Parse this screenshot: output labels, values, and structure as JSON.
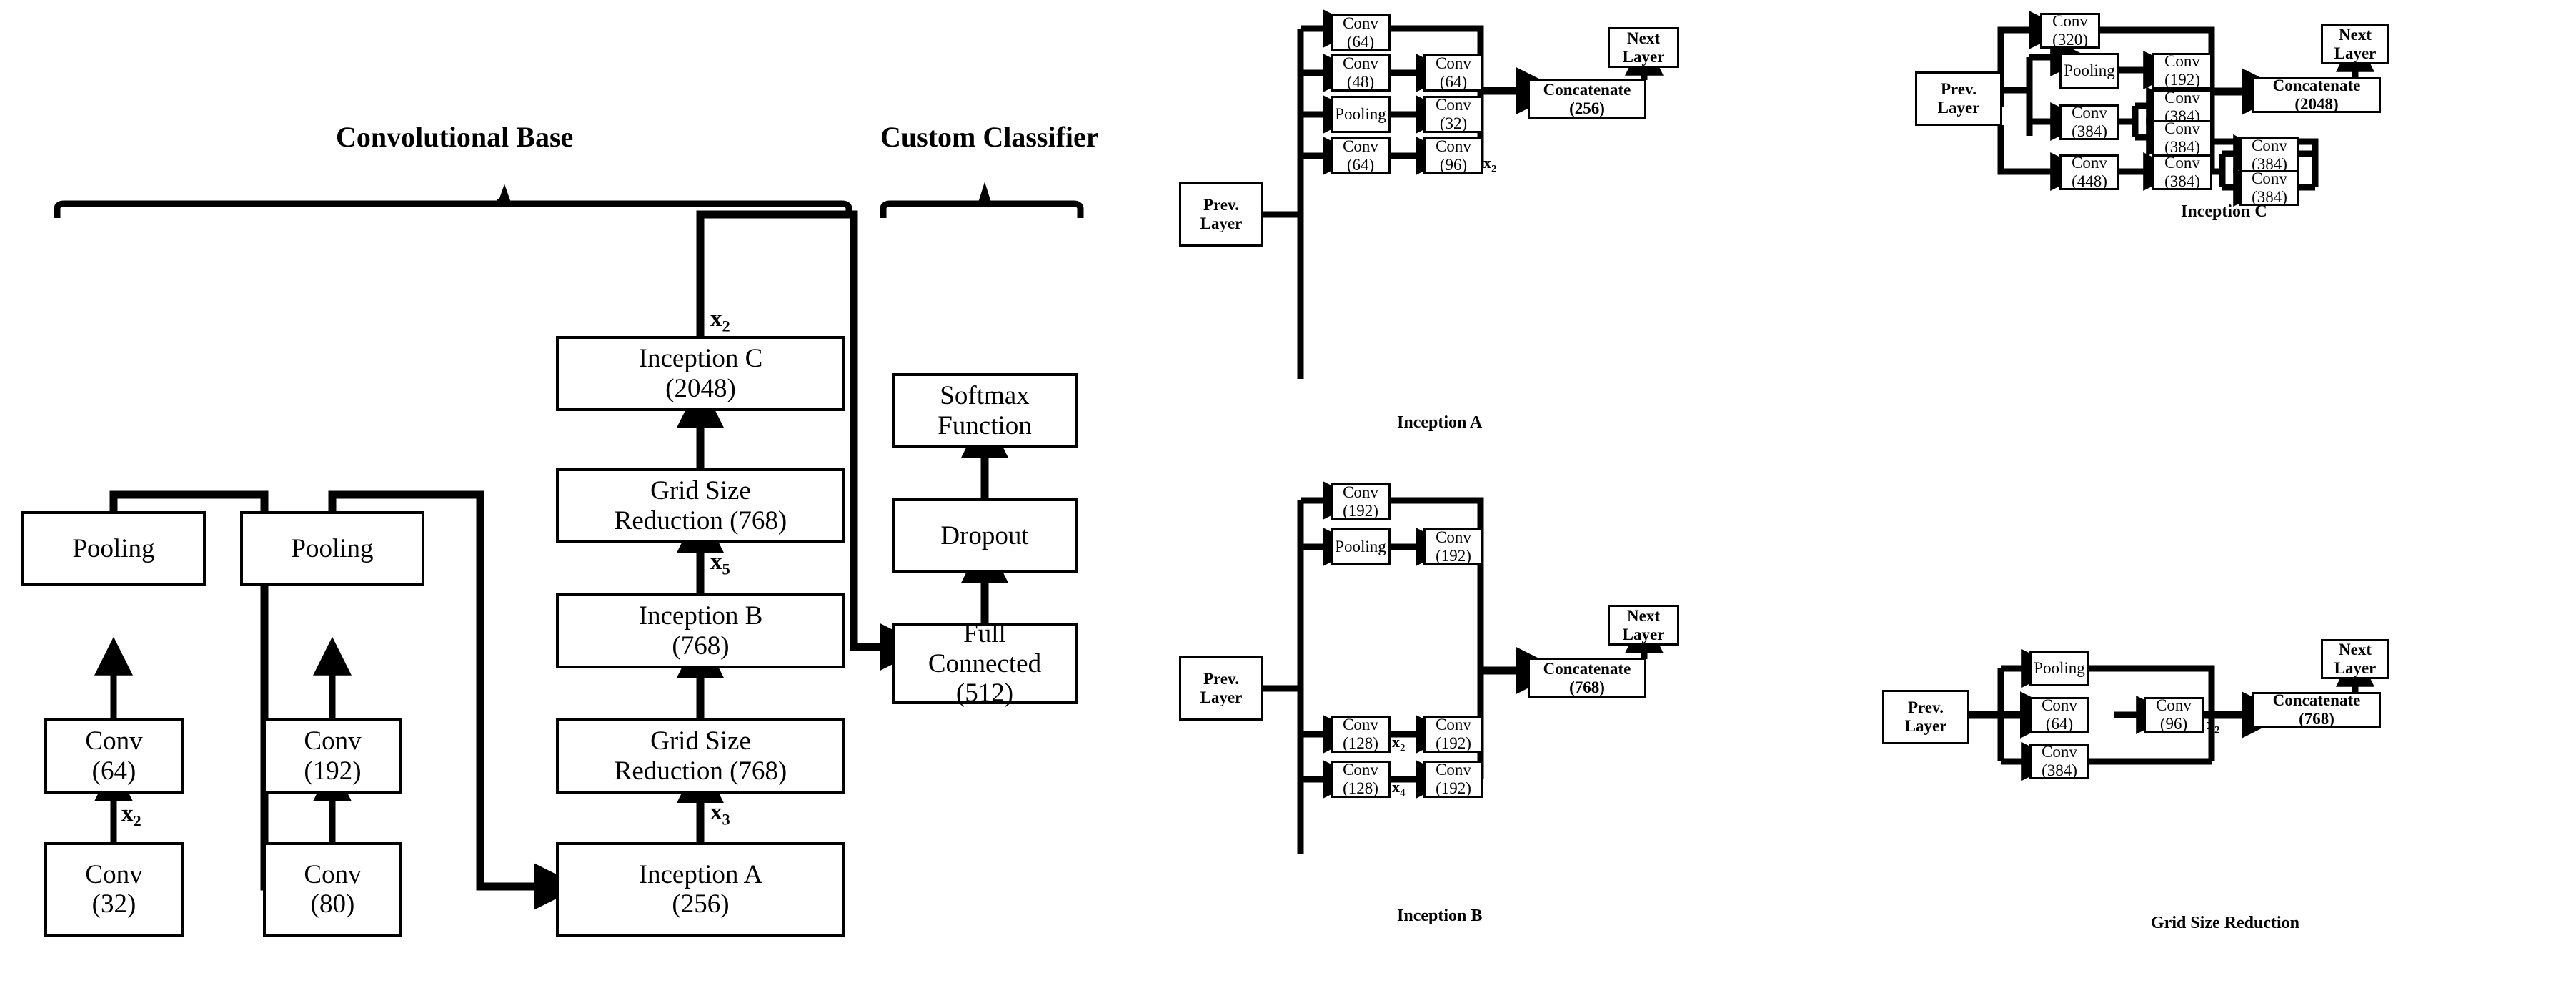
{
  "figure": {
    "title": "Inception v3 architecture block diagram",
    "stroke_color": "#000000",
    "background_color": "#ffffff"
  },
  "left_panel": {
    "headings": [
      {
        "id": "conv-base",
        "label": "Convolutional Base"
      },
      {
        "id": "custom-classifier",
        "label": "Custom Classifier"
      }
    ],
    "boxes": [
      {
        "id": "conv32",
        "l1": "Conv",
        "l2": "(32)"
      },
      {
        "id": "conv64",
        "l1": "Conv",
        "l2": "(64)"
      },
      {
        "id": "pool1",
        "l1": "Pooling",
        "l2": ""
      },
      {
        "id": "conv80",
        "l1": "Conv",
        "l2": "(80)"
      },
      {
        "id": "conv192",
        "l1": "Conv",
        "l2": "(192)"
      },
      {
        "id": "pool2",
        "l1": "Pooling",
        "l2": ""
      },
      {
        "id": "incA",
        "l1": "Inception  A",
        "l2": "(256)"
      },
      {
        "id": "gsr1",
        "l1": "Grid Size",
        "l2": "Reduction  (768)"
      },
      {
        "id": "incB",
        "l1": "Inception  B",
        "l2": "(768)"
      },
      {
        "id": "gsr2",
        "l1": "Grid Size",
        "l2": "Reduction  (768)"
      },
      {
        "id": "incC",
        "l1": "Inception  C",
        "l2": "(2048)"
      },
      {
        "id": "fc",
        "l1": "Full",
        "l2": "Connected",
        "l3": "(512)"
      },
      {
        "id": "dropout",
        "l1": "Dropout",
        "l2": ""
      },
      {
        "id": "softmax",
        "l1": "Softmax",
        "l2": "Function"
      }
    ],
    "repeats": [
      {
        "id": "rep-conv32",
        "label": "x",
        "sub": "2"
      },
      {
        "id": "rep-incA",
        "label": "x",
        "sub": "3"
      },
      {
        "id": "rep-incB",
        "label": "x",
        "sub": "5"
      },
      {
        "id": "rep-incC",
        "label": "x",
        "sub": "2"
      }
    ]
  },
  "inception_a": {
    "title": "Inception A",
    "boxes": [
      {
        "id": "prev",
        "l1": "Prev.",
        "l2": "Layer",
        "bold": true
      },
      {
        "id": "b1",
        "l1": "Conv",
        "l2": "(64)"
      },
      {
        "id": "b2a",
        "l1": "Conv",
        "l2": "(48)"
      },
      {
        "id": "b2b",
        "l1": "Conv",
        "l2": "(64)"
      },
      {
        "id": "b3a",
        "l1": "Pooling",
        "l2": ""
      },
      {
        "id": "b3b",
        "l1": "Conv",
        "l2": "(32)"
      },
      {
        "id": "b4a",
        "l1": "Conv",
        "l2": "(64)"
      },
      {
        "id": "b4b",
        "l1": "Conv",
        "l2": "(96)"
      },
      {
        "id": "concat",
        "l1": "Concatenate",
        "l2": "(256)",
        "bold": true
      },
      {
        "id": "next",
        "l1": "Next",
        "l2": "Layer",
        "bold": true
      }
    ],
    "repeats": [
      {
        "id": "rep-b4",
        "label": "x",
        "sub": "2"
      }
    ]
  },
  "inception_b": {
    "title": "Inception B",
    "boxes": [
      {
        "id": "prev",
        "l1": "Prev.",
        "l2": "Layer",
        "bold": true
      },
      {
        "id": "b1",
        "l1": "Conv",
        "l2": "(192)"
      },
      {
        "id": "b2a",
        "l1": "Pooling",
        "l2": ""
      },
      {
        "id": "b2b",
        "l1": "Conv",
        "l2": "(192)"
      },
      {
        "id": "b3a",
        "l1": "Conv",
        "l2": "(128)"
      },
      {
        "id": "b3b",
        "l1": "Conv",
        "l2": "(192)"
      },
      {
        "id": "b4a",
        "l1": "Conv",
        "l2": "(128)"
      },
      {
        "id": "b4b",
        "l1": "Conv",
        "l2": "(192)"
      },
      {
        "id": "concat",
        "l1": "Concatenate",
        "l2": "(768)",
        "bold": true
      },
      {
        "id": "next",
        "l1": "Next",
        "l2": "Layer",
        "bold": true
      }
    ],
    "repeats": [
      {
        "id": "rep-b3",
        "label": "x",
        "sub": "2"
      },
      {
        "id": "rep-b4",
        "label": "x",
        "sub": "4"
      }
    ]
  },
  "inception_c": {
    "title": "Inception C",
    "boxes": [
      {
        "id": "prev",
        "l1": "Prev.",
        "l2": "Layer",
        "bold": true
      },
      {
        "id": "b1",
        "l1": "Conv",
        "l2": "(320)"
      },
      {
        "id": "b2a",
        "l1": "Pooling",
        "l2": ""
      },
      {
        "id": "b2b",
        "l1": "Conv",
        "l2": "(192)"
      },
      {
        "id": "b3a",
        "l1": "Conv",
        "l2": "(384)"
      },
      {
        "id": "b3b",
        "l1": "Conv",
        "l2": "(384)"
      },
      {
        "id": "b3c",
        "l1": "Conv",
        "l2": "(384)"
      },
      {
        "id": "b4a",
        "l1": "Conv",
        "l2": "(448)"
      },
      {
        "id": "b4b",
        "l1": "Conv",
        "l2": "(384)"
      },
      {
        "id": "b4c",
        "l1": "Conv",
        "l2": "(384)"
      },
      {
        "id": "b4d",
        "l1": "Conv",
        "l2": "(384)"
      },
      {
        "id": "concat",
        "l1": "Concatenate",
        "l2": "(2048)",
        "bold": true
      },
      {
        "id": "next",
        "l1": "Next",
        "l2": "Layer",
        "bold": true
      }
    ]
  },
  "grid_size_reduction": {
    "title": "Grid Size Reduction",
    "boxes": [
      {
        "id": "prev",
        "l1": "Prev.",
        "l2": "Layer",
        "bold": true
      },
      {
        "id": "b1",
        "l1": "Pooling",
        "l2": ""
      },
      {
        "id": "b2a",
        "l1": "Conv",
        "l2": "(64)"
      },
      {
        "id": "b2b",
        "l1": "Conv",
        "l2": "(96)"
      },
      {
        "id": "b3",
        "l1": "Conv",
        "l2": "(384)"
      },
      {
        "id": "concat",
        "l1": "Concatenate",
        "l2": "(768)",
        "bold": true
      },
      {
        "id": "next",
        "l1": "Next",
        "l2": "Layer",
        "bold": true
      }
    ],
    "repeats": [
      {
        "id": "rep-b2",
        "label": "x",
        "sub": "2"
      }
    ]
  }
}
